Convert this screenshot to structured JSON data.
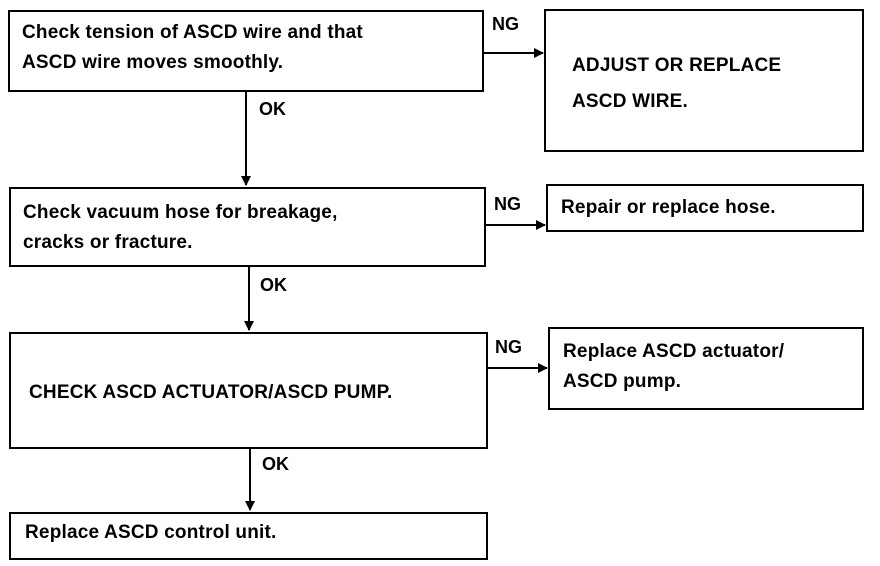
{
  "steps": [
    {
      "lines": [
        "Check tension of ASCD wire and that",
        "ASCD wire moves smoothly."
      ]
    },
    {
      "lines": [
        "Check vacuum hose for breakage,",
        "cracks or fracture."
      ]
    },
    {
      "lines": [
        "CHECK ASCD ACTUATOR/ASCD PUMP."
      ]
    },
    {
      "lines": [
        "Replace ASCD control unit."
      ]
    }
  ],
  "actions": [
    {
      "lines": [
        "ADJUST OR REPLACE",
        "ASCD WIRE."
      ]
    },
    {
      "lines": [
        "Repair or replace hose."
      ]
    },
    {
      "lines": [
        "Replace ASCD actuator/",
        "ASCD pump."
      ]
    }
  ],
  "labels": {
    "ng": [
      "NG",
      "NG",
      "NG"
    ],
    "ok": [
      "OK",
      "OK",
      "OK"
    ]
  }
}
